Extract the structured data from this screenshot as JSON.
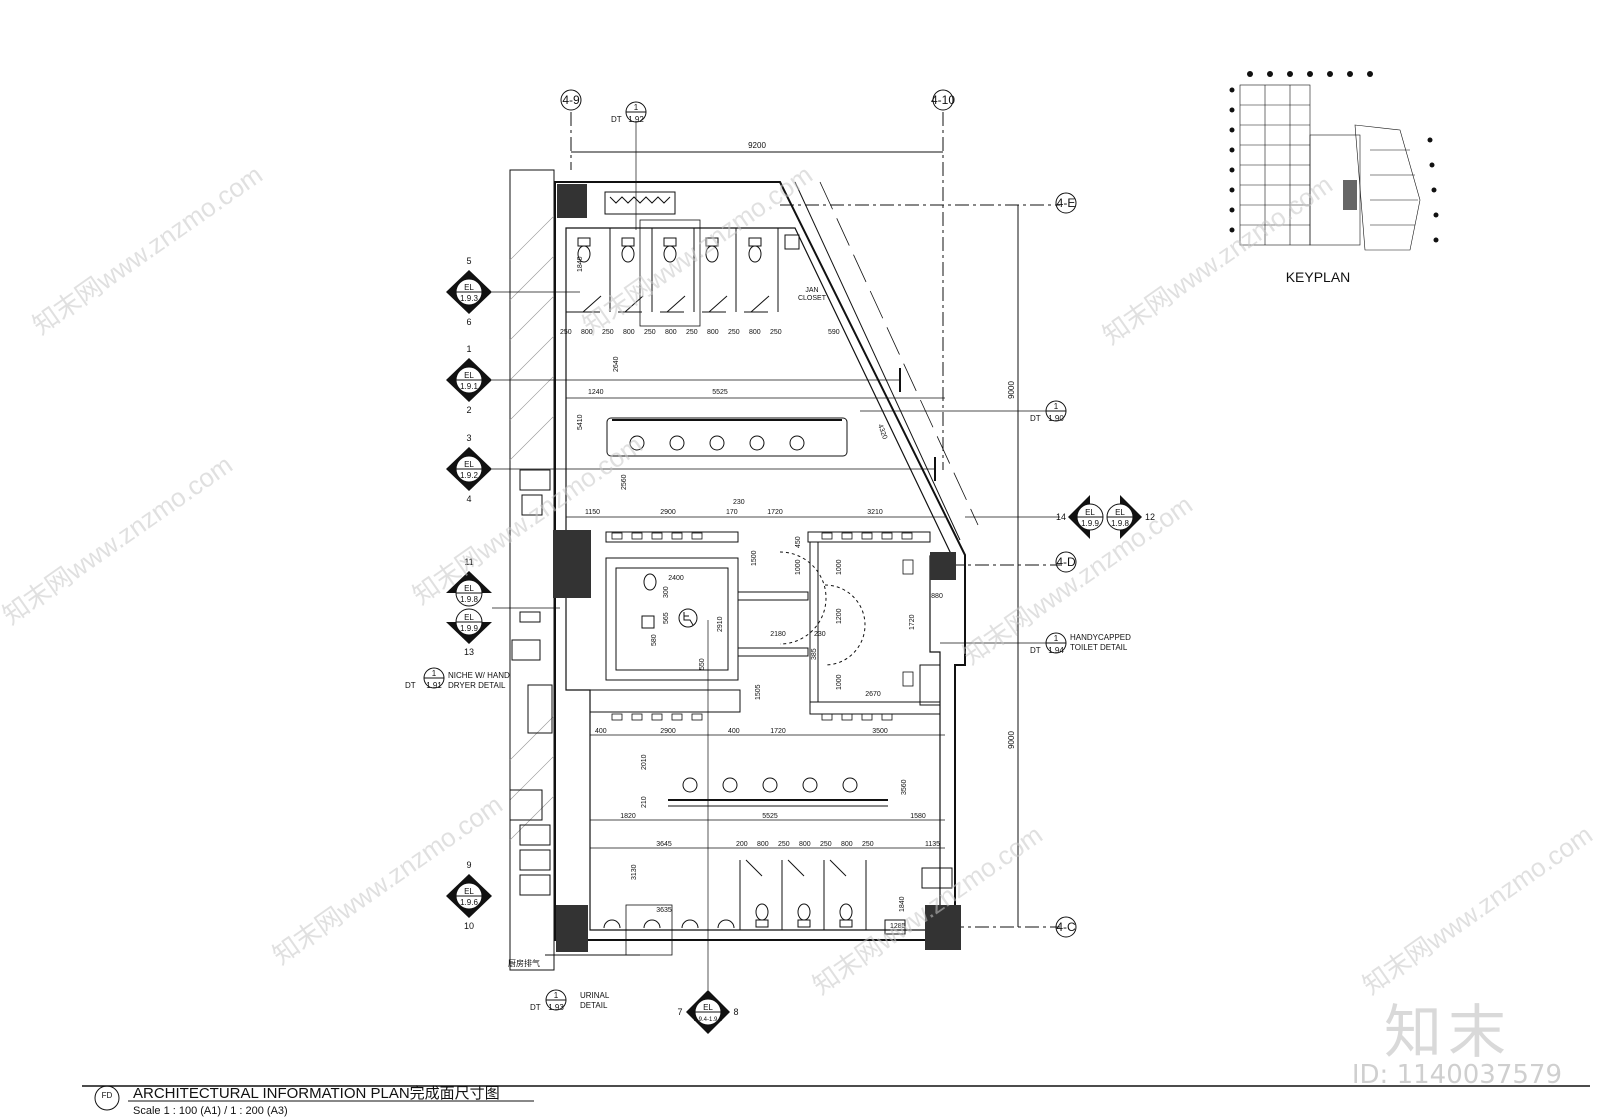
{
  "grid": {
    "g49": "4-9",
    "g410": "4-10",
    "gE": "4-E",
    "gD": "4-D",
    "gC": "4-C"
  },
  "keyplan": {
    "label": "KEYPLAN"
  },
  "callouts": {
    "dt_top": {
      "num": "1",
      "ref": "1.92",
      "prefix": "DT"
    },
    "dt_190": {
      "num": "1",
      "ref": "1.90",
      "prefix": "DT"
    },
    "dt_194": {
      "num": "1",
      "ref": "1.94",
      "prefix": "DT",
      "note1": "HANDYCAPPED",
      "note2": "TOILET DETAIL"
    },
    "dt_191": {
      "num": "1",
      "ref": "1.91",
      "prefix": "DT",
      "note1": "NICHE W/ HAND",
      "note2": "DRYER DETAIL"
    },
    "dt_193": {
      "num": "1",
      "ref": "1.93",
      "prefix": "DT",
      "note1": "URINAL",
      "note2": "DETAIL"
    }
  },
  "elevations": {
    "el193": {
      "top": "5",
      "ref": "1.9.3",
      "bot": "6",
      "tag": "EL"
    },
    "el191": {
      "top": "1",
      "ref": "1.9.1",
      "bot": "2",
      "tag": "EL"
    },
    "el192": {
      "top": "3",
      "ref": "1.9.2",
      "bot": "4",
      "tag": "EL"
    },
    "el198l": {
      "top": "11",
      "ref": "1.9.8",
      "tag": "EL"
    },
    "el199l": {
      "ref": "1.9.9",
      "bot": "13",
      "tag": "EL"
    },
    "el196": {
      "top": "9",
      "ref": "1.9.6",
      "bot": "10",
      "tag": "EL"
    },
    "el199r": {
      "left": "14",
      "ref": "1.9.9",
      "tag": "EL"
    },
    "el198r": {
      "right": "12",
      "ref": "1.9.8",
      "tag": "EL"
    },
    "el194": {
      "left": "7",
      "ref": "1.9.4-1.9.5",
      "right": "8",
      "tag": "EL"
    }
  },
  "dims": {
    "d9200": "9200",
    "d9000a": "9000",
    "d9000b": "9000",
    "d1840a": "1840",
    "d2640": "2640",
    "d5410": "5410",
    "d2560": "2560",
    "d1240": "1240",
    "d5525a": "5525",
    "d4320": "4320",
    "d1150": "1150",
    "d2900a": "2900",
    "d170": "170",
    "d230": "230",
    "d1720a": "1720",
    "d3210": "3210",
    "d2400": "2400",
    "d1500": "1500",
    "d450": "450",
    "d1000a": "1000",
    "d1000b": "1000",
    "d1000c": "1000",
    "d1200": "1200",
    "d1720b": "1720",
    "d880": "880",
    "d2180": "2180",
    "d230b": "230",
    "d385": "385",
    "d2670": "2670",
    "d1505": "1505",
    "d565": "565",
    "d300": "300",
    "d580": "580",
    "d2910": "2910",
    "d550": "550",
    "d400a": "400",
    "d2900b": "2900",
    "d400b": "400",
    "d1720c": "1720",
    "d3500": "3500",
    "d2010": "2010",
    "d210": "210",
    "d3560": "3560",
    "d1820": "1820",
    "d5525b": "5525",
    "d1580": "1580",
    "d3645": "3645",
    "d3130": "3130",
    "d3635": "3635",
    "d1840b": "1840",
    "d1285": "1285",
    "d1135": "1135",
    "d590": "590"
  },
  "stall_dims_top": [
    "250",
    "800",
    "250",
    "800",
    "250",
    "800",
    "250",
    "800",
    "250",
    "800",
    "250"
  ],
  "stall_dims_bottom": [
    "200",
    "800",
    "250",
    "800",
    "250",
    "800",
    "250"
  ],
  "rooms": {
    "jan1": "JAN",
    "jan2": "CLOSET"
  },
  "title_block": {
    "circle_code": "FD",
    "title": "ARCHITECTURAL INFORMATION PLAN完成面尺寸图",
    "scale": "Scale 1 : 100 (A1) / 1 : 200 (A3)"
  },
  "misc": {
    "exhaust": "厨房排气"
  },
  "watermark": {
    "site": "知末网www.znzmo.com",
    "brand": "知末",
    "id": "ID: 1140037579"
  }
}
